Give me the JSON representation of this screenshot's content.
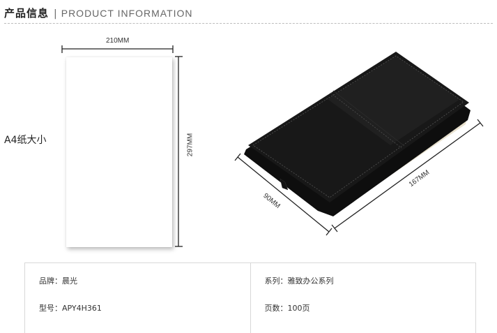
{
  "header": {
    "title_zh": "产品信息",
    "separator": "|",
    "title_en": "PRODUCT INFORMATION"
  },
  "a4": {
    "label": "A4纸大小",
    "width_label": "210MM",
    "height_label": "297MM"
  },
  "product": {
    "width_label": "90MM",
    "length_label": "167MM",
    "color": "#151515"
  },
  "specs": {
    "rows": [
      [
        {
          "text": "品牌：晨光"
        },
        {
          "text": "系列：雅致办公系列"
        }
      ],
      [
        {
          "text": "型号：APY4H361"
        },
        {
          "text": "页数：100页"
        }
      ]
    ]
  }
}
